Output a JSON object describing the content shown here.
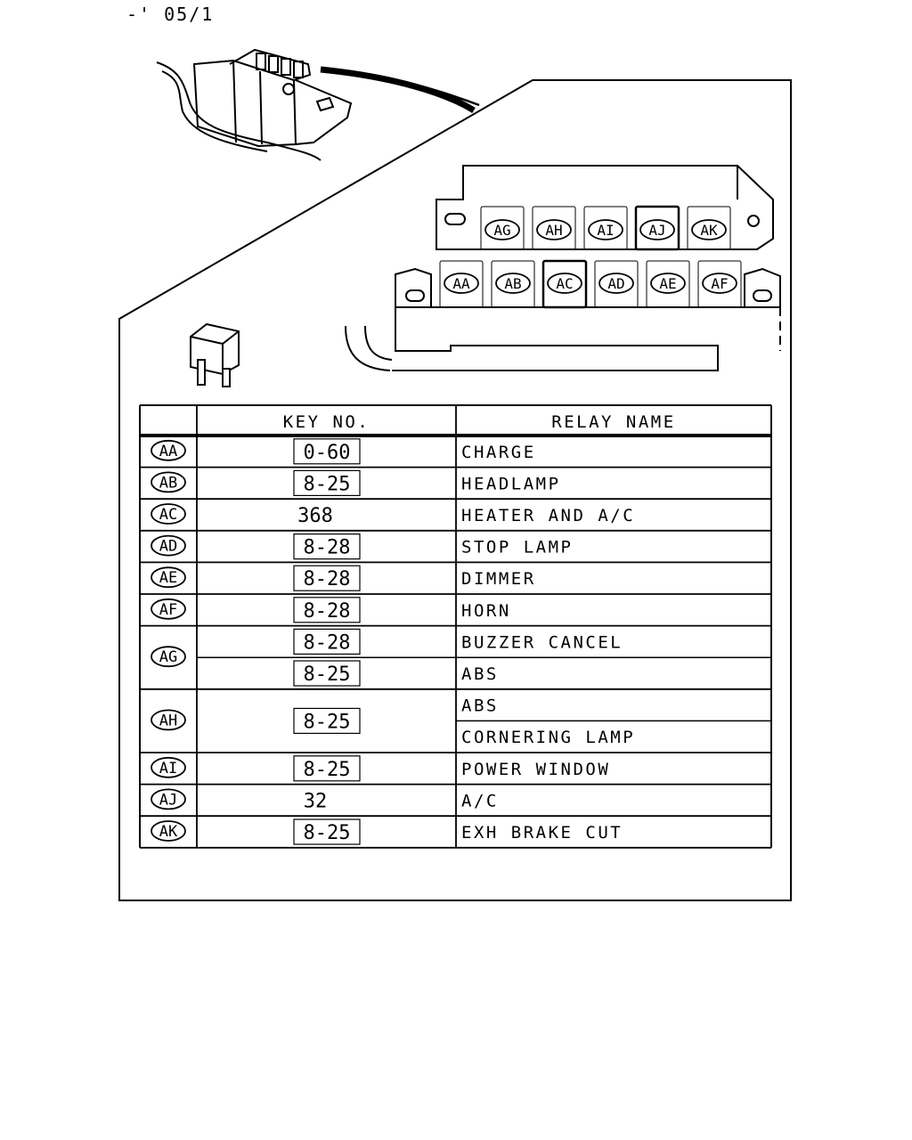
{
  "header": {
    "code": "-' 05/1"
  },
  "fuse_box": {
    "top_row": [
      {
        "code": "AG",
        "highlighted": false
      },
      {
        "code": "AH",
        "highlighted": false
      },
      {
        "code": "AI",
        "highlighted": false
      },
      {
        "code": "AJ",
        "highlighted": true
      },
      {
        "code": "AK",
        "highlighted": false
      }
    ],
    "bottom_row": [
      {
        "code": "AA",
        "highlighted": false
      },
      {
        "code": "AB",
        "highlighted": false
      },
      {
        "code": "AC",
        "highlighted": true
      },
      {
        "code": "AD",
        "highlighted": false
      },
      {
        "code": "AE",
        "highlighted": false
      },
      {
        "code": "AF",
        "highlighted": false
      }
    ]
  },
  "table": {
    "headers": {
      "code": "",
      "key_no": "KEY NO.",
      "relay_name": "RELAY NAME"
    },
    "rows": [
      {
        "code": "AA",
        "entries": [
          {
            "key": "0-60",
            "boxed": true,
            "names": [
              "CHARGE"
            ]
          }
        ]
      },
      {
        "code": "AB",
        "entries": [
          {
            "key": "8-25",
            "boxed": true,
            "names": [
              "HEADLAMP"
            ]
          }
        ]
      },
      {
        "code": "AC",
        "entries": [
          {
            "key": "368",
            "boxed": false,
            "names": [
              "HEATER AND A/C"
            ]
          }
        ]
      },
      {
        "code": "AD",
        "entries": [
          {
            "key": "8-28",
            "boxed": true,
            "names": [
              "STOP LAMP"
            ]
          }
        ]
      },
      {
        "code": "AE",
        "entries": [
          {
            "key": "8-28",
            "boxed": true,
            "names": [
              "DIMMER"
            ]
          }
        ]
      },
      {
        "code": "AF",
        "entries": [
          {
            "key": "8-28",
            "boxed": true,
            "names": [
              "HORN"
            ]
          }
        ]
      },
      {
        "code": "AG",
        "entries": [
          {
            "key": "8-28",
            "boxed": true,
            "names": [
              "BUZZER CANCEL"
            ]
          },
          {
            "key": "8-25",
            "boxed": true,
            "names": [
              "ABS"
            ]
          }
        ]
      },
      {
        "code": "AH",
        "entries": [
          {
            "key": "8-25",
            "boxed": true,
            "names": [
              "ABS",
              "CORNERING LAMP"
            ]
          }
        ]
      },
      {
        "code": "AI",
        "entries": [
          {
            "key": "8-25",
            "boxed": true,
            "names": [
              "POWER WINDOW"
            ]
          }
        ]
      },
      {
        "code": "AJ",
        "entries": [
          {
            "key": "32",
            "boxed": false,
            "names": [
              "A/C"
            ]
          }
        ]
      },
      {
        "code": "AK",
        "entries": [
          {
            "key": "8-25",
            "boxed": true,
            "names": [
              "EXH BRAKE CUT"
            ]
          }
        ]
      }
    ]
  }
}
